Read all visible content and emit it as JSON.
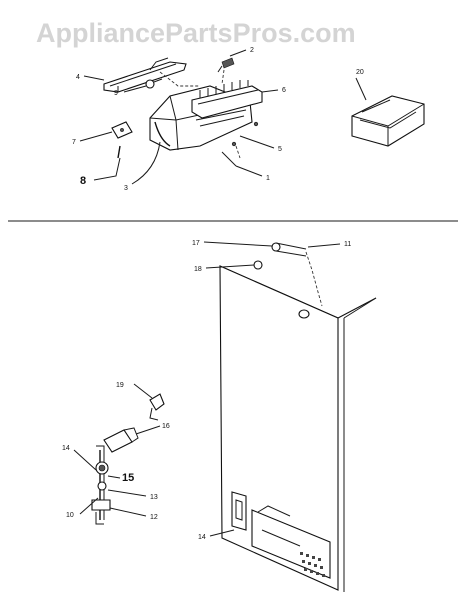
{
  "watermark": "AppliancePartsPros.com",
  "callouts": {
    "c1": "1",
    "c2": "2",
    "c3": "3",
    "c4": "4",
    "c5": "5",
    "c6": "6",
    "c7": "7",
    "c8": "8",
    "c9": "9",
    "c10": "10",
    "c11": "11",
    "c12": "12",
    "c13": "13",
    "c14a": "14",
    "c14b": "14",
    "c15": "15",
    "c16": "16",
    "c17": "17",
    "c18": "18",
    "c19": "19",
    "c20": "20"
  }
}
